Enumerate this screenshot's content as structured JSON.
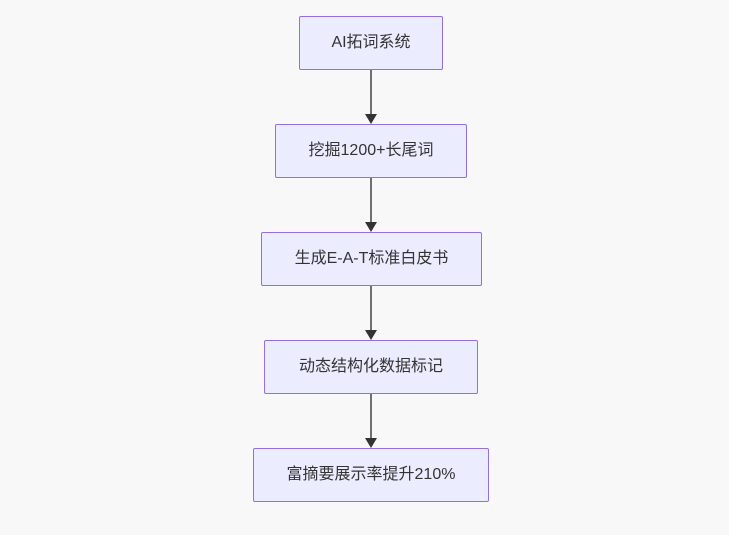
{
  "page": {
    "background_color": "#f8f8f8"
  },
  "flowchart": {
    "style": {
      "node_fill": "#ECECFF",
      "node_border": "#9370DB",
      "text_color": "#333333",
      "arrow_line_color": "#707070",
      "arrow_head_color": "#333333"
    },
    "nodes": [
      {
        "label": "AI拓词系统"
      },
      {
        "label": "挖掘1200+长尾词"
      },
      {
        "label": "生成E-A-T标准白皮书"
      },
      {
        "label": "动态结构化数据标记"
      },
      {
        "label": "富摘要展示率提升210%"
      }
    ],
    "edges": [
      {
        "from": 0,
        "to": 1,
        "direction": "down"
      },
      {
        "from": 1,
        "to": 2,
        "direction": "down"
      },
      {
        "from": 2,
        "to": 3,
        "direction": "down"
      },
      {
        "from": 3,
        "to": 4,
        "direction": "down"
      }
    ]
  }
}
